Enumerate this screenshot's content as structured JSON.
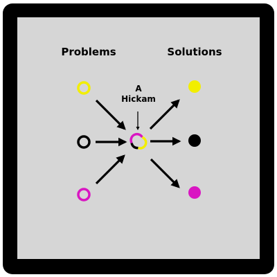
{
  "headings": {
    "problems": "Problems",
    "solutions": "Solutions"
  },
  "center_label": {
    "line1": "A",
    "line2": "Hickam"
  },
  "colors": {
    "frame": "#000000",
    "panel": "#d6d6d6",
    "yellow": "#f2ee00",
    "black": "#000000",
    "magenta": "#d916c2",
    "arrow": "#000000"
  },
  "nodes": {
    "problems": [
      "yellow",
      "black",
      "magenta"
    ],
    "solutions": [
      "yellow",
      "black",
      "magenta"
    ],
    "center": [
      "magenta",
      "yellow",
      "black"
    ]
  }
}
